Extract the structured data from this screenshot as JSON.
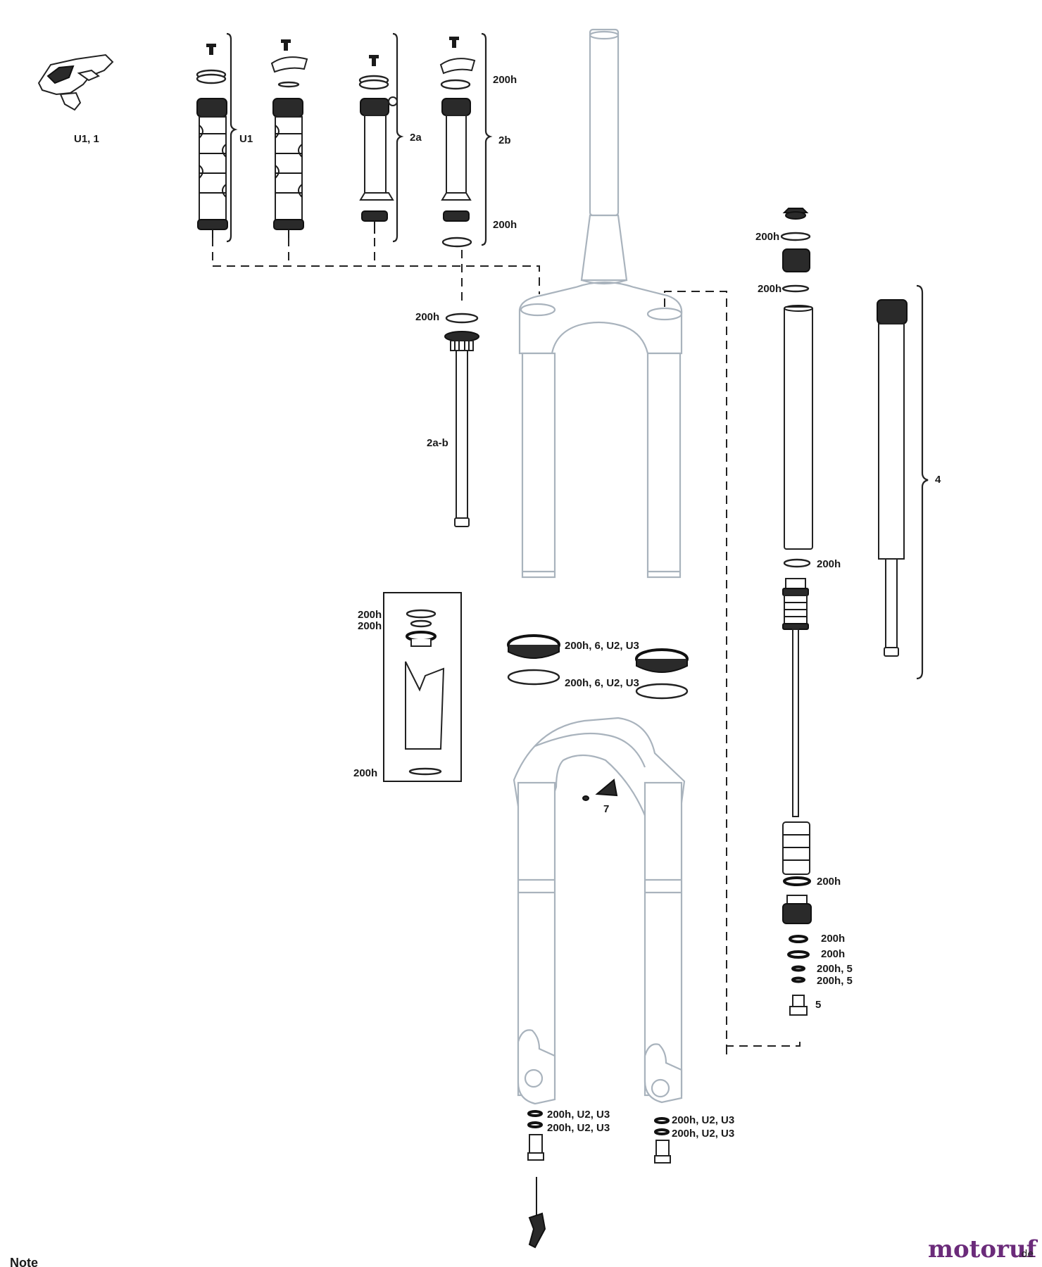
{
  "labels": {
    "u1_1": "U1, 1",
    "u1": "U1",
    "2a": "2a",
    "2b": "2b",
    "200h_top": "200h",
    "200h_bot": "200h",
    "200h_shaft": "200h",
    "2a_b": "2a-b",
    "200h_r1": "200h",
    "200h_r2": "200h",
    "4": "4",
    "200h_r3": "200h",
    "200h_box1": "200h",
    "200h_box2": "200h",
    "200h_box3": "200h",
    "seal1": "200h, 6, U2, U3",
    "seal2": "200h, 6, U2, U3",
    "7": "7",
    "200h_r4": "200h",
    "200h_r5": "200h",
    "200h_r6": "200h",
    "200h_5a": "200h, 5",
    "200h_5b": "200h, 5",
    "5": "5",
    "l_bot1": "200h, U2, U3",
    "l_bot2": "200h, U2, U3",
    "r_bot1": "200h, U2, U3",
    "r_bot2": "200h, U2, U3"
  },
  "watermark": {
    "brand": "motoruf",
    "tld": ".de"
  },
  "footer": {
    "note": "Note"
  },
  "colors": {
    "frame": "#a9b3bd",
    "ink": "#1a1a1a",
    "brand": "#6b2b7a"
  }
}
